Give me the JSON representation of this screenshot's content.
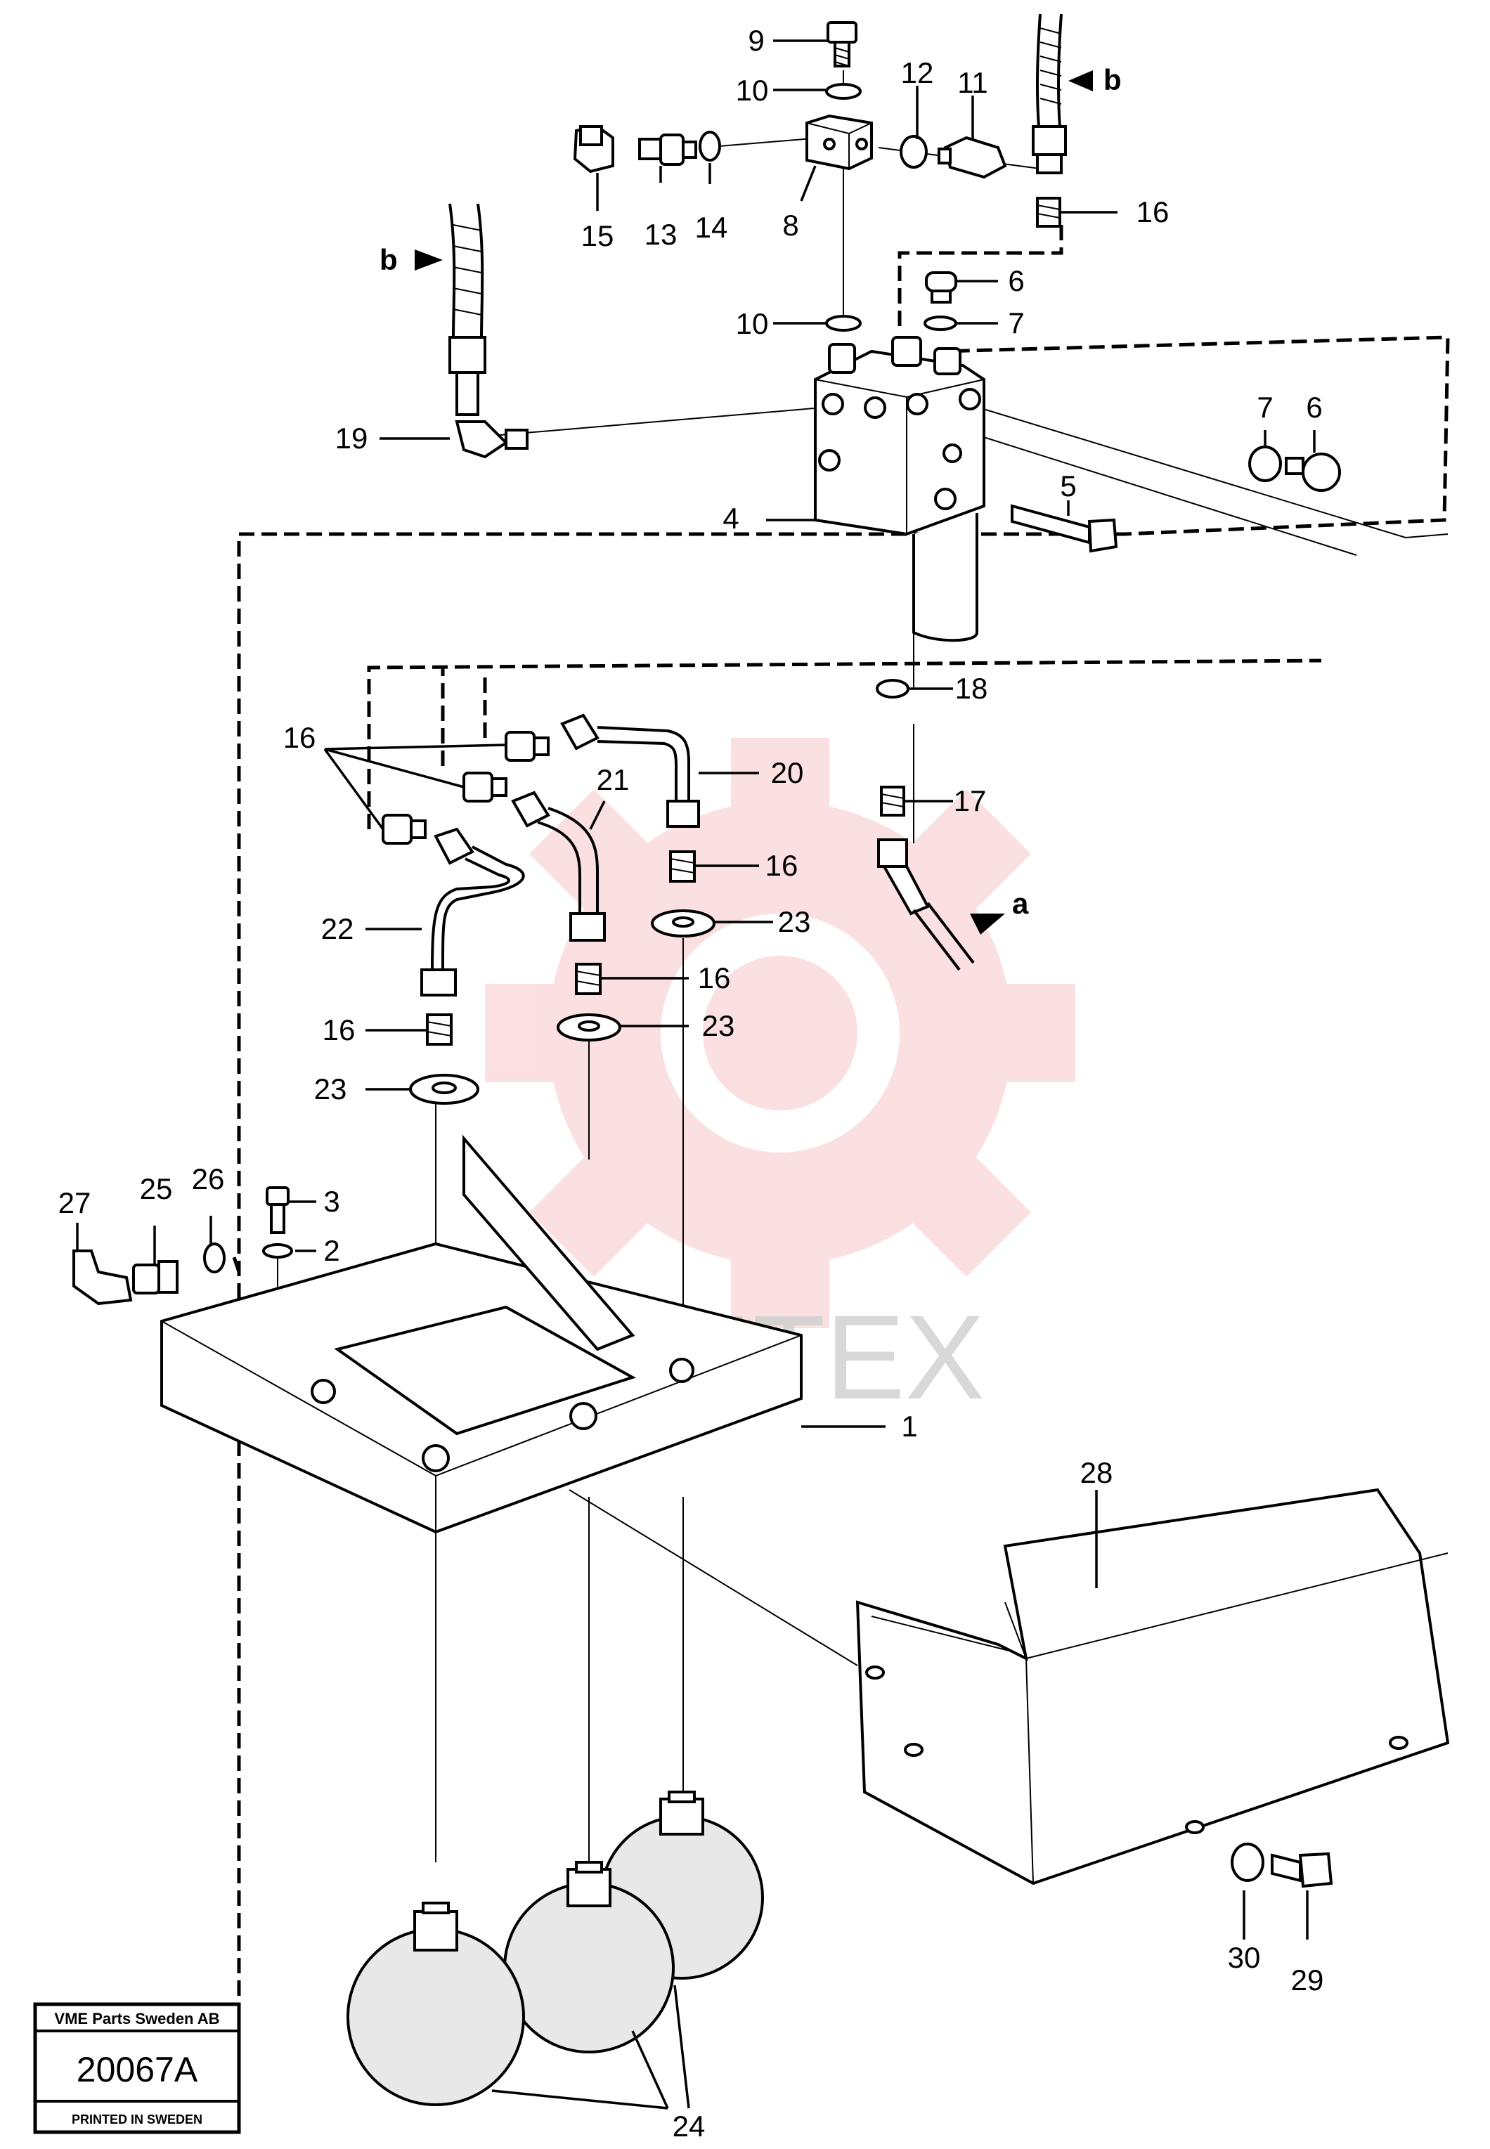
{
  "watermark": {
    "text": "IMHTEX",
    "color": "#f2a0a0"
  },
  "callouts": {
    "c1": "1",
    "c2": "2",
    "c3": "3",
    "c4": "4",
    "c5": "5",
    "c6a": "6",
    "c6b": "6",
    "c7a": "7",
    "c7b": "7",
    "c8": "8",
    "c9": "9",
    "c10a": "10",
    "c10b": "10",
    "c11": "11",
    "c12": "12",
    "c13": "13",
    "c14": "14",
    "c15": "15",
    "c16a": "16",
    "c16b": "16",
    "c16c": "16",
    "c16d": "16",
    "c16e": "16",
    "c17": "17",
    "c18": "18",
    "c19": "19",
    "c20": "20",
    "c21": "21",
    "c22": "22",
    "c23a": "23",
    "c23b": "23",
    "c23c": "23",
    "c24": "24",
    "c25": "25",
    "c26": "26",
    "c27": "27",
    "c28": "28",
    "c29": "29",
    "c30": "30"
  },
  "refs": {
    "a": "a",
    "b1": "b",
    "b2": "b"
  },
  "titleblock": {
    "company": "VME Parts Sweden AB",
    "number": "20067A",
    "printed": "PRINTED IN SWEDEN"
  }
}
